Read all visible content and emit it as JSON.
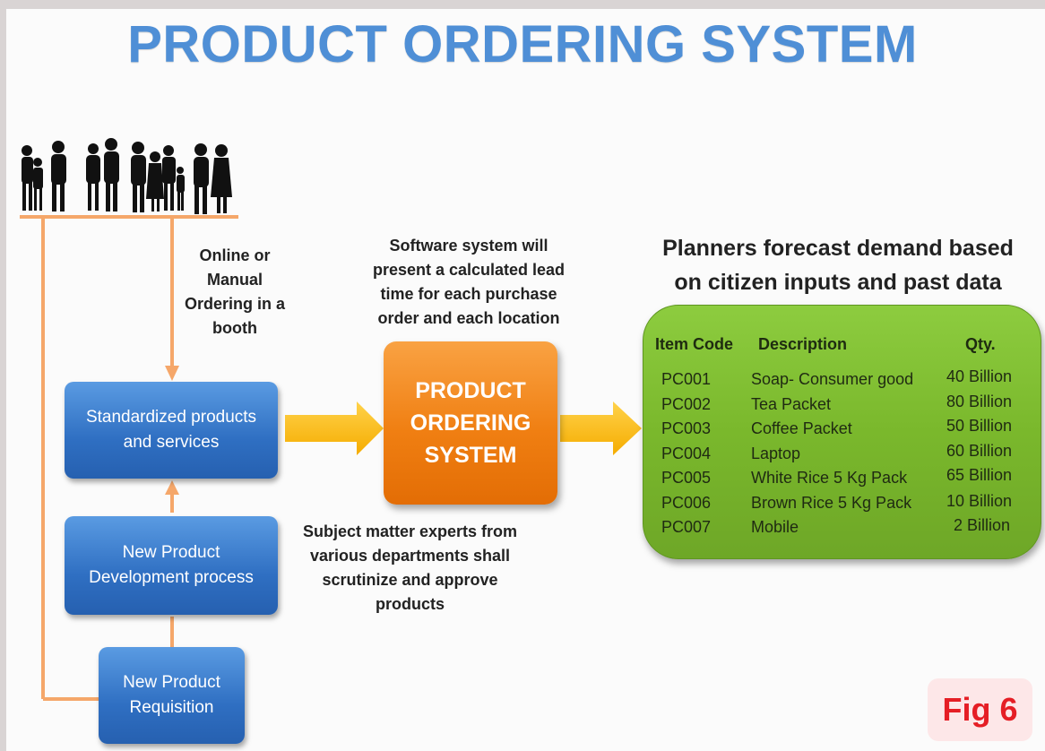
{
  "title": "PRODUCT ORDERING SYSTEM",
  "notes": {
    "online_ordering": [
      "Online or",
      "Manual",
      "Ordering in a",
      "booth"
    ],
    "software_system": [
      "Software system will",
      "present a calculated lead",
      "time for each purchase",
      "order and each location"
    ],
    "subject_experts": [
      "Subject matter experts from",
      "various departments  shall",
      "scrutinize and approve",
      "products"
    ]
  },
  "boxes": {
    "standardized": [
      "Standardized products",
      "and services"
    ],
    "new_product_dev": [
      "New Product",
      "Development process"
    ],
    "new_product_req": [
      "New Product",
      "Requisition"
    ],
    "ordering_system": [
      "PRODUCT",
      "ORDERING",
      "SYSTEM"
    ]
  },
  "forecast": {
    "title": [
      "Planners forecast demand based",
      "on citizen inputs and past data"
    ],
    "headers": [
      "Item Code",
      "Description",
      "Qty."
    ],
    "rows": [
      {
        "code": "PC001",
        "description": "Soap- Consumer good",
        "qty": "40 Billion"
      },
      {
        "code": "PC002",
        "description": "Tea Packet",
        "qty": "80 Billion"
      },
      {
        "code": "PC003",
        "description": "Coffee Packet",
        "qty": "50 Billion"
      },
      {
        "code": "PC004",
        "description": "Laptop",
        "qty": "60 Billion"
      },
      {
        "code": "PC005",
        "description": "White Rice 5 Kg Pack",
        "qty": "65 Billion"
      },
      {
        "code": "PC006",
        "description": "Brown Rice 5 Kg Pack",
        "qty": "10 Billion"
      },
      {
        "code": "PC007",
        "description": "Mobile",
        "qty": "2 Billion"
      }
    ]
  },
  "figure_label": "Fig 6",
  "colors": {
    "title": "#4f8fd6",
    "connector": "#f5a76a",
    "arrow": "#fbbf0f",
    "blue_box": "#3a7fd0",
    "orange_box": "#f2841a",
    "green_box": "#7ab82c",
    "fig_label": "#e51e25"
  }
}
